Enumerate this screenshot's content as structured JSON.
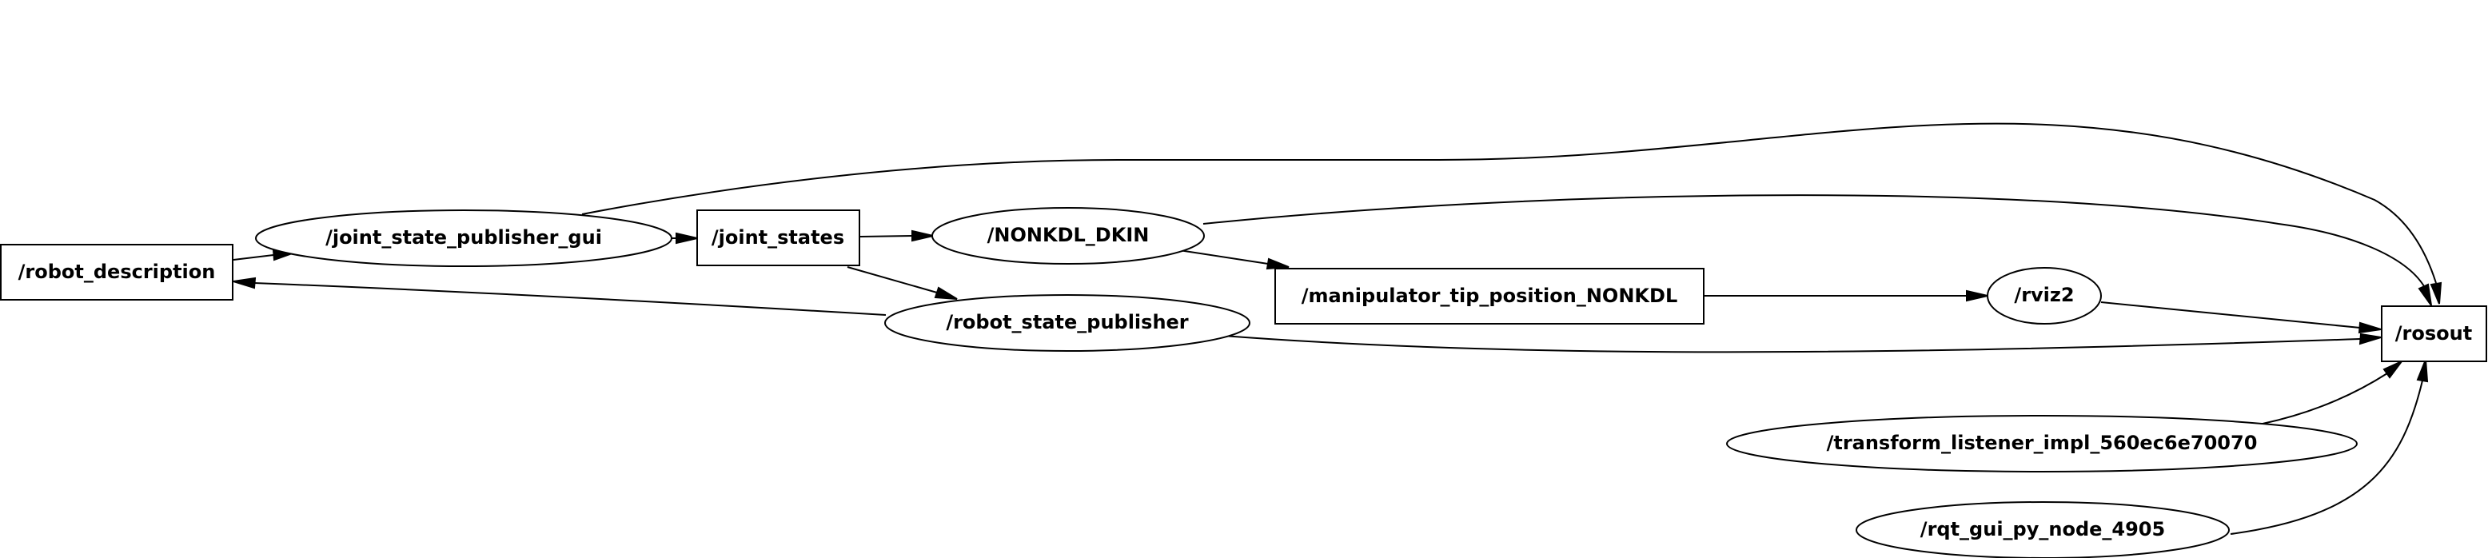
{
  "graph": {
    "nodes": [
      {
        "id": "robot_description",
        "label": "/robot_description",
        "shape": "box"
      },
      {
        "id": "joint_state_publisher_gui",
        "label": "/joint_state_publisher_gui",
        "shape": "ellipse"
      },
      {
        "id": "joint_states",
        "label": "/joint_states",
        "shape": "box"
      },
      {
        "id": "NONKDL_DKIN",
        "label": "/NONKDL_DKIN",
        "shape": "ellipse"
      },
      {
        "id": "robot_state_publisher",
        "label": "/robot_state_publisher",
        "shape": "ellipse"
      },
      {
        "id": "manipulator_tip_position_NONKDL",
        "label": "/manipulator_tip_position_NONKDL",
        "shape": "box"
      },
      {
        "id": "rviz2",
        "label": "/rviz2",
        "shape": "ellipse"
      },
      {
        "id": "rosout",
        "label": "/rosout",
        "shape": "box"
      },
      {
        "id": "transform_listener_impl",
        "label": "/transform_listener_impl_560ec6e70070",
        "shape": "ellipse"
      },
      {
        "id": "rqt_gui_py_node",
        "label": "/rqt_gui_py_node_4905",
        "shape": "ellipse"
      }
    ],
    "edges": [
      {
        "from": "robot_description",
        "to": "joint_state_publisher_gui"
      },
      {
        "from": "joint_state_publisher_gui",
        "to": "joint_states"
      },
      {
        "from": "joint_state_publisher_gui",
        "to": "rosout"
      },
      {
        "from": "joint_states",
        "to": "NONKDL_DKIN"
      },
      {
        "from": "joint_states",
        "to": "robot_state_publisher"
      },
      {
        "from": "robot_state_publisher",
        "to": "robot_description"
      },
      {
        "from": "robot_state_publisher",
        "to": "rosout"
      },
      {
        "from": "NONKDL_DKIN",
        "to": "manipulator_tip_position_NONKDL"
      },
      {
        "from": "NONKDL_DKIN",
        "to": "rosout"
      },
      {
        "from": "manipulator_tip_position_NONKDL",
        "to": "rviz2"
      },
      {
        "from": "rviz2",
        "to": "rosout"
      },
      {
        "from": "transform_listener_impl",
        "to": "rosout"
      },
      {
        "from": "rqt_gui_py_node",
        "to": "rosout"
      }
    ]
  }
}
